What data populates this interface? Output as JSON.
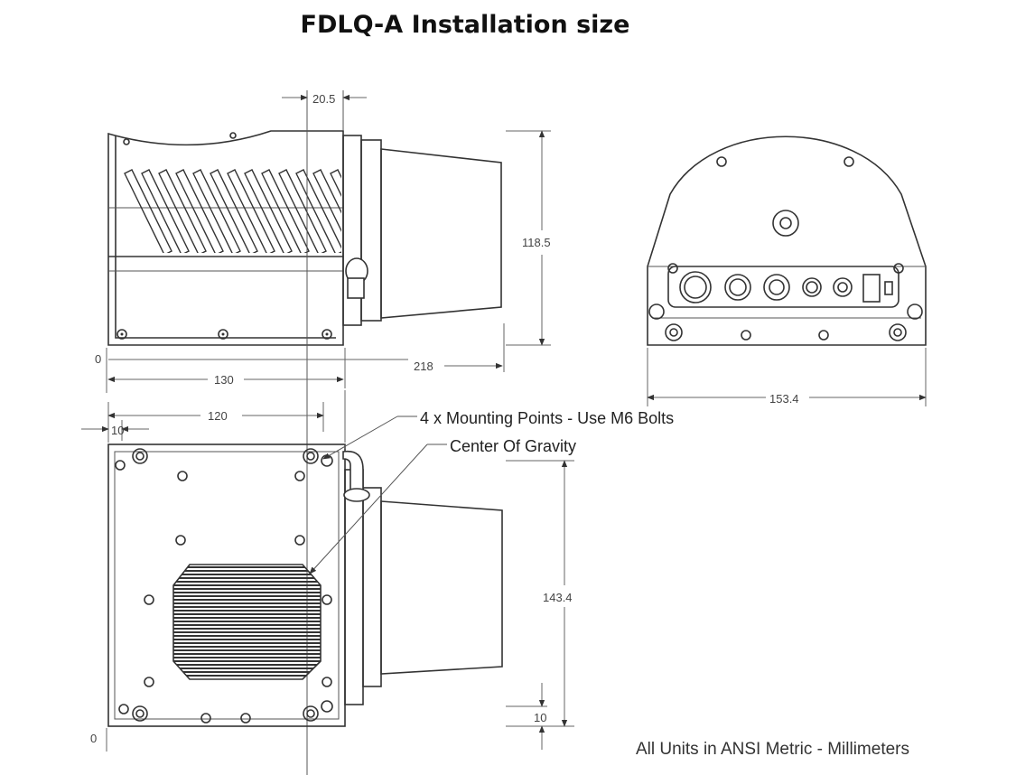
{
  "title": "FDLQ-A Installation size",
  "dimensions": {
    "top_gap": "20.5",
    "height_side": "118.5",
    "depth_total": "218",
    "body_length": "130",
    "mount_spacing": "120",
    "edge_offset_top": "10",
    "width_back": "153.4",
    "height_bottom": "143.4",
    "edge_offset_bottom": "10",
    "origin_side": "0",
    "origin_bottom": "0"
  },
  "callouts": {
    "mounting": "4 x Mounting Points - Use M6 Bolts",
    "gravity": "Center Of Gravity"
  },
  "units_note": "All Units in ANSI Metric - Millimeters"
}
